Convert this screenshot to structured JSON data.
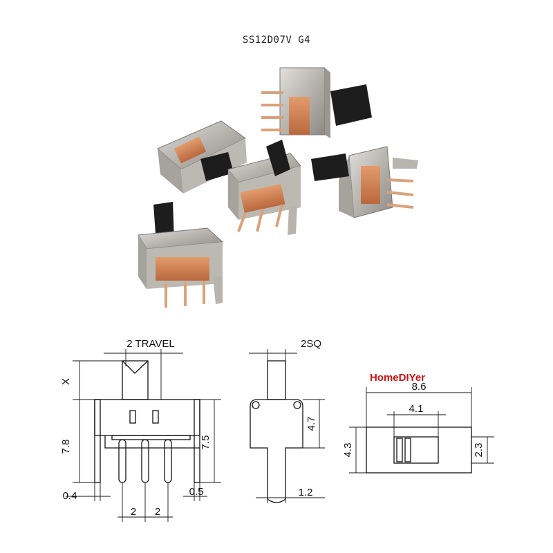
{
  "product": {
    "model": "SS12D07V G4"
  },
  "brand": {
    "watermark": "HomeDIYer"
  },
  "photo": {
    "switch_count": 5,
    "colors": {
      "metal": "#b7b4ae",
      "actuator": "#1d1d1d",
      "base": "#c87a4e",
      "pins": "#d9a27a"
    }
  },
  "drawings": {
    "front": {
      "travel_label": "2 TRAVEL",
      "x_label": "X",
      "height_label": "7.8",
      "body_label": "7.5",
      "left_offset": "0.4",
      "right_offset": "0.5",
      "pitch_left": "2",
      "pitch_right": "2"
    },
    "side": {
      "actuator_label": "2SQ",
      "height_label": "4.7",
      "pin_label": "1.2"
    },
    "top": {
      "length_label": "8.6",
      "slot_label": "4.1",
      "width_label": "4.3",
      "slot_height_label": "2.3"
    }
  }
}
